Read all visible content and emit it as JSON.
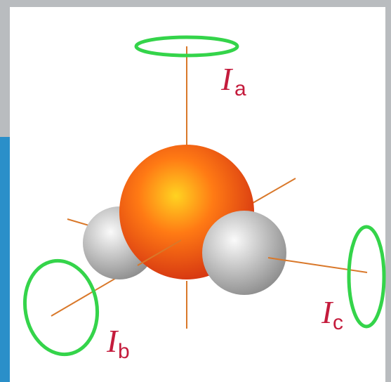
{
  "colors": {
    "frame_blue": "#2a8fc9",
    "frame_gray": "#b9bcbf",
    "axis": "#d9782a",
    "ring": "#34d44a",
    "label": "#c41b3c",
    "oxygen_core": "#ffd321",
    "oxygen_mid": "#ff7a14",
    "oxygen_edge": "#d83a12",
    "hydrogen_light": "#fafafa",
    "hydrogen_dark": "#8c8c8c"
  },
  "labels": {
    "a": {
      "main": "I",
      "sub": "a"
    },
    "b": {
      "main": "I",
      "sub": "b"
    },
    "c": {
      "main": "I",
      "sub": "c"
    }
  }
}
